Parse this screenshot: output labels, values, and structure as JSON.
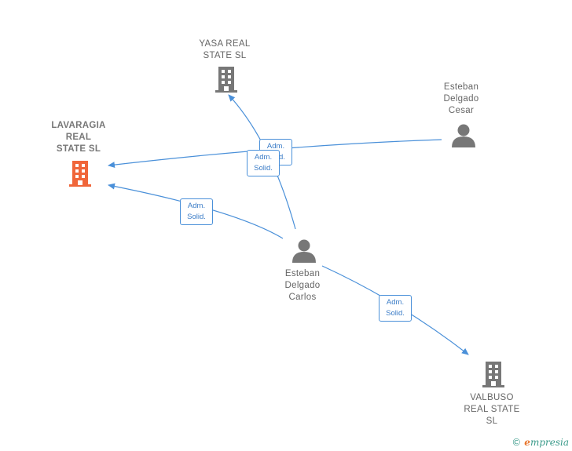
{
  "nodes": {
    "lavaragia": {
      "label": "LAVARAGIA\nREAL\nSTATE  SL",
      "type": "company",
      "color": "#f0663a"
    },
    "yasa": {
      "label": "YASA REAL\nSTATE  SL",
      "type": "company",
      "color": "#777777"
    },
    "valbuso": {
      "label": "VALBUSO\nREAL STATE\nSL",
      "type": "company",
      "color": "#777777"
    },
    "esteban_cesar": {
      "label": "Esteban\nDelgado\nCesar",
      "type": "person",
      "color": "#777777"
    },
    "esteban_carlos": {
      "label": "Esteban\nDelgado\nCarlos",
      "type": "person",
      "color": "#777777"
    }
  },
  "edges": [
    {
      "from": "esteban_cesar",
      "to": "lavaragia",
      "label_line1": "Adm.",
      "label_line2": "Solid."
    },
    {
      "from": "esteban_carlos",
      "to": "yasa",
      "label_line1": "Adm.",
      "label_line2": "Solid."
    },
    {
      "from": "esteban_carlos",
      "to": "lavaragia",
      "label_line1": "Adm.",
      "label_line2": "Solid."
    },
    {
      "from": "esteban_carlos",
      "to": "valbuso",
      "label_line1": "Adm.",
      "label_line2": "Solid."
    }
  ],
  "edge_color": "#4a90d9",
  "footer": {
    "copyright_symbol": "©",
    "brand_initial": "e",
    "brand_rest": "mpresia"
  }
}
